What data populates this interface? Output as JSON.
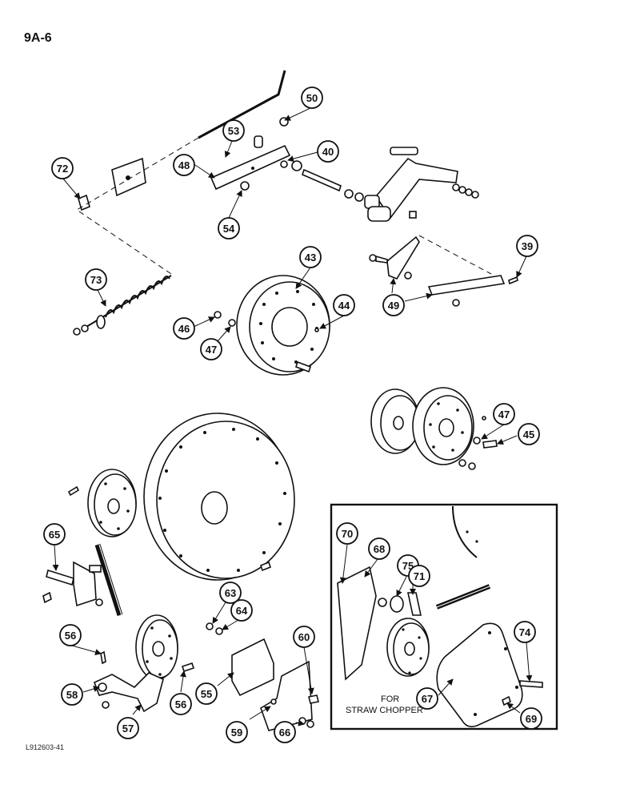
{
  "page": {
    "number": "9A-6",
    "figure_code": "L912603-41"
  },
  "inset": {
    "caption_line1": "FOR",
    "caption_line2": "STRAW CHOPPER"
  },
  "callouts": [
    {
      "id": "c50",
      "label": "50"
    },
    {
      "id": "c53",
      "label": "53"
    },
    {
      "id": "c40",
      "label": "40"
    },
    {
      "id": "c48",
      "label": "48"
    },
    {
      "id": "c72",
      "label": "72"
    },
    {
      "id": "c54",
      "label": "54"
    },
    {
      "id": "c39",
      "label": "39"
    },
    {
      "id": "c43",
      "label": "43"
    },
    {
      "id": "c73",
      "label": "73"
    },
    {
      "id": "c49",
      "label": "49"
    },
    {
      "id": "c44",
      "label": "44"
    },
    {
      "id": "c46",
      "label": "46"
    },
    {
      "id": "c47a",
      "label": "47"
    },
    {
      "id": "c47b",
      "label": "47"
    },
    {
      "id": "c45",
      "label": "45"
    },
    {
      "id": "c65",
      "label": "65"
    },
    {
      "id": "c70",
      "label": "70"
    },
    {
      "id": "c68",
      "label": "68"
    },
    {
      "id": "c75",
      "label": "75"
    },
    {
      "id": "c71",
      "label": "71"
    },
    {
      "id": "c63",
      "label": "63"
    },
    {
      "id": "c64",
      "label": "64"
    },
    {
      "id": "c56a",
      "label": "56"
    },
    {
      "id": "c60",
      "label": "60"
    },
    {
      "id": "c74",
      "label": "74"
    },
    {
      "id": "c58",
      "label": "58"
    },
    {
      "id": "c56b",
      "label": "56"
    },
    {
      "id": "c55",
      "label": "55"
    },
    {
      "id": "c67",
      "label": "67"
    },
    {
      "id": "c69",
      "label": "69"
    },
    {
      "id": "c57",
      "label": "57"
    },
    {
      "id": "c59",
      "label": "59"
    },
    {
      "id": "c66",
      "label": "66"
    }
  ]
}
